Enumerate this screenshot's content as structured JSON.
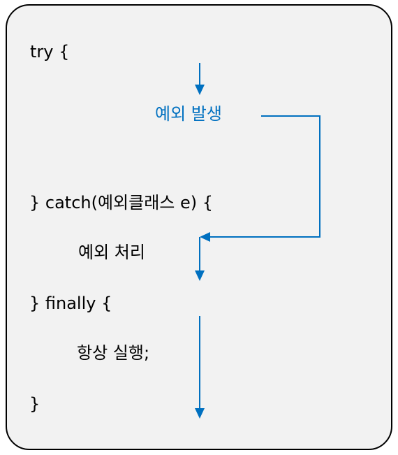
{
  "diagram": {
    "colors": {
      "accent": "#0070c0",
      "panel": "#f2f2f2",
      "border": "#000000"
    },
    "lines": {
      "try_open": "try {",
      "exception_occurs": "예외 발생",
      "catch_open": "} catch(예외클래스 e) {",
      "handle_exception": "예외 처리",
      "finally_open": "} finally {",
      "always_execute": "항상 실행;",
      "close_brace": "}"
    }
  }
}
